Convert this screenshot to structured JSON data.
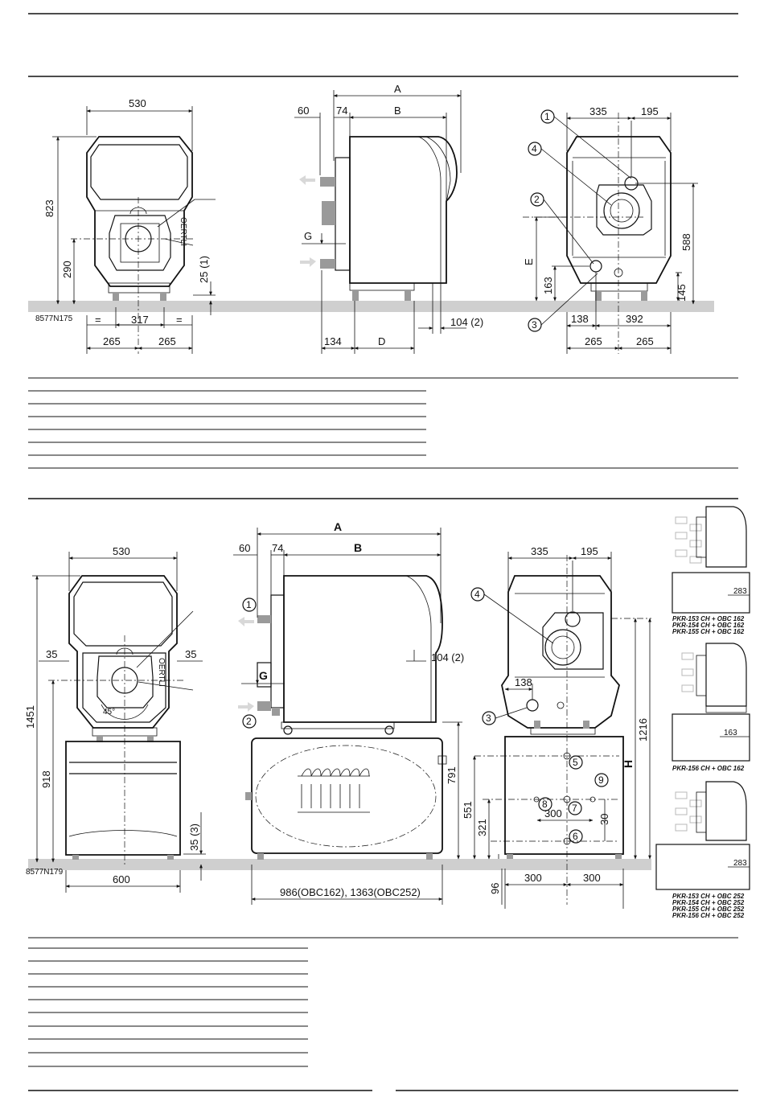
{
  "figure1": {
    "ref_code": "8577N175",
    "front": {
      "width": "530",
      "height": "823",
      "axis_height": "290",
      "foot_note": "25 (1)",
      "equal_left": "=",
      "leg_spacing": "317",
      "equal_right": "=",
      "half_left": "265",
      "half_right": "265"
    },
    "side": {
      "A": "A",
      "B": "B",
      "d60": "60",
      "d74": "74",
      "G": "G",
      "d134": "134",
      "D": "D",
      "d104": "104 (2)"
    },
    "rear": {
      "d335": "335",
      "d195": "195",
      "E": "E",
      "d588": "588",
      "d163": "163",
      "d145": "145",
      "d138": "138",
      "d392": "392",
      "half_left": "265",
      "half_right": "265",
      "c1": "1",
      "c2": "2",
      "c3": "3",
      "c4": "4"
    }
  },
  "figure2": {
    "ref_code": "8577N179",
    "front": {
      "width": "530",
      "d35_left": "35",
      "d35_right": "35",
      "height": "1451",
      "d918": "918",
      "angle": "45°",
      "d35_3": "35 (3)",
      "base": "600"
    },
    "side": {
      "A": "A",
      "B": "B",
      "d60": "60",
      "d74": "74",
      "G": "G",
      "d104": "104 (2)",
      "d791": "791",
      "length": "986(OBC162), 1363(OBC252)",
      "c1": "1",
      "c2": "2"
    },
    "rear": {
      "d335": "335",
      "d195": "195",
      "d138": "138",
      "d1216": "1216",
      "H": "H",
      "d551": "551",
      "d321": "321",
      "d300_mid": "300",
      "d30": "30",
      "d96": "96",
      "base_left": "300",
      "base_right": "300",
      "c3": "3",
      "c4": "4",
      "c5": "5",
      "c6": "6",
      "c7": "7",
      "c8": "8",
      "c9": "9"
    },
    "variants": {
      "v1_dim": "283",
      "v1_caption": [
        "PKR-153 CH + OBC 162",
        "PKR-154 CH + OBC 162",
        "PKR-155 CH + OBC 162"
      ],
      "v2_dim": "163",
      "v2_caption": [
        "PKR-156 CH + OBC 162"
      ],
      "v3_dim": "283",
      "v3_caption": [
        "PKR-153 CH + OBC 252",
        "PKR-154 CH + OBC 252",
        "PKR-155 CH + OBC 252",
        "PKR-156 CH + OBC 252"
      ]
    }
  }
}
